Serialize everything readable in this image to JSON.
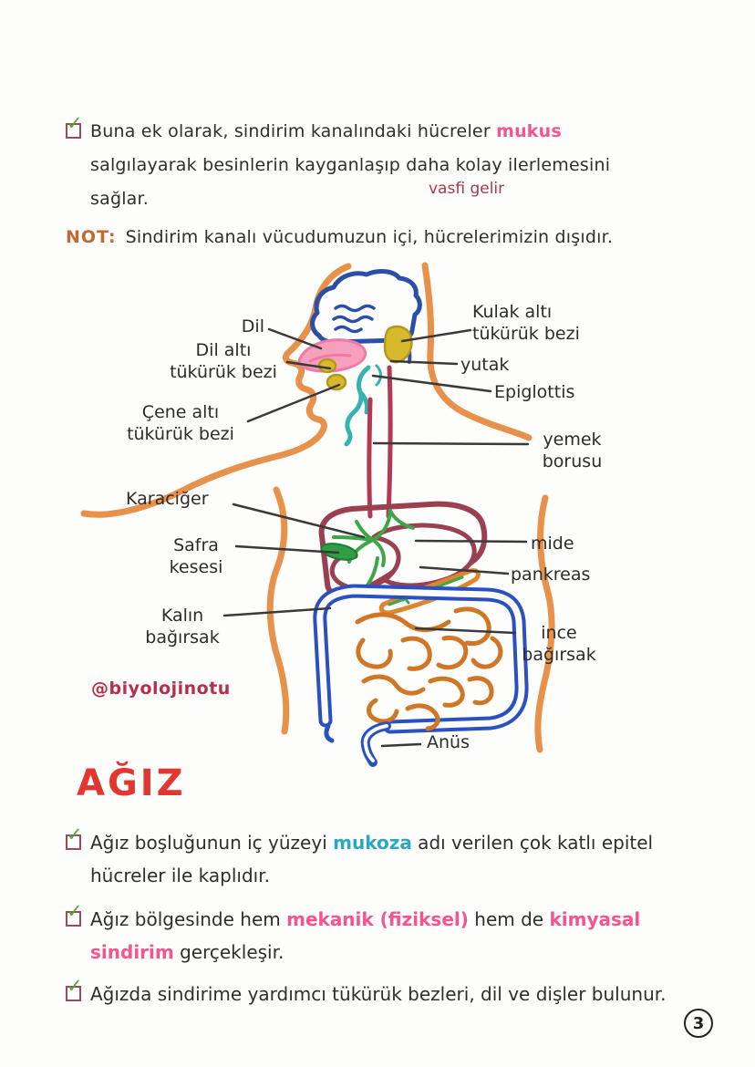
{
  "page": {
    "number": "3"
  },
  "icons": {
    "checkbox_check": "✓"
  },
  "colors": {
    "ink": "#2e2e2e",
    "highlight_pink": "#f4548f",
    "highlight_cyan": "#2aa8c4",
    "heading_red": "#e23730",
    "note_orange": "#bf6a33",
    "annotation_dark_red": "#a63a4a",
    "checkbox_maroon": "#a04a55",
    "check_green": "#54a53c",
    "body_outline_orange": "#e8914a",
    "skull_blue": "#2b4fa8",
    "intestine_blue": "#2b50c0",
    "esophagus_dark_red": "#b23a55",
    "liver_maroon": "#9b4050",
    "duct_green": "#3fa648",
    "pancreas_orange": "#dd8630",
    "small_intestine_orange": "#cf7627",
    "tongue_pink": "#f6a0bd",
    "gland_yellow": "#d9b92c",
    "larynx_teal": "#35b3ae"
  },
  "intro_bullet": {
    "pre": "Buna ek olarak, sindirim kanalındaki hücreler ",
    "highlight": "mukus",
    "post": " salgılayarak besinlerin kayganlaşıp daha kolay ilerlemesini sağlar.",
    "annotation": "vasfi gelir"
  },
  "note": {
    "label": "NOT:",
    "text": "Sindirim kanalı vücudumuzun içi, hücrelerimizin dışıdır."
  },
  "diagram": {
    "watermark": "@biyolojinotu",
    "labels": {
      "dil": "Dil",
      "dil_alti": "Dil altı\ntükürük bezi",
      "cene_alti": "Çene altı\ntükürük bezi",
      "kulak_alti": "Kulak altı\ntükürük bezi",
      "yutak": "yutak",
      "epiglottis": "Epiglottis",
      "yemek_borusu": "yemek\nborusu",
      "karaciger": "Karaciğer",
      "safra_kesesi": "Safra\nkesesi",
      "kalin_bagirsak": "Kalın\nbağırsak",
      "mide": "mide",
      "pankreas": "pankreas",
      "ince_bagirsak": "ince\nbağırsak",
      "anus": "Anüs"
    }
  },
  "section": {
    "heading": "AĞIZ"
  },
  "bullets": [
    {
      "pre": "Ağız boşluğunun iç yüzeyi ",
      "highlight": "mukoza",
      "post": " adı verilen çok katlı epitel hücreler ile kaplıdır."
    },
    {
      "pre": "Ağız bölgesinde hem ",
      "highlight1": "mekanik (fiziksel)",
      "mid": " hem de ",
      "highlight2": "kimyasal sindirim",
      "post": " gerçekleşir."
    },
    {
      "text": "Ağızda sindirime yardımcı tükürük bezleri, dil ve dişler bulunur."
    }
  ]
}
